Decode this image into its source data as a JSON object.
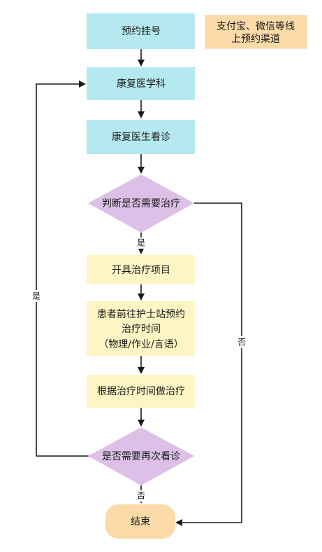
{
  "nodes": {
    "appointment": "预约挂号",
    "channels_line1": "支付宝、微信等线",
    "channels_line2": "上预约渠道",
    "rehab_dept": "康复医学科",
    "rehab_consult": "康复医生看诊",
    "need_treatment": "判断是否需要治疗",
    "prescribe": "开具治疗项目",
    "nurse_line1": "患者前往护士站预约",
    "nurse_line2": "治疗时间",
    "nurse_line3": "（物理/作业/言语）",
    "do_treatment": "根据治疗时间做治疗",
    "need_again": "是否需要再次看诊",
    "end": "结束"
  },
  "edge_labels": {
    "yes_down": "是",
    "yes_loop": "是",
    "no_right": "否",
    "no_down": "否"
  },
  "colors": {
    "cyan_box": "#b4e9ef",
    "orange_note": "#fcdba9",
    "diamond": "#dcc0e8",
    "yellow_box": "#fdf5c4",
    "end_box": "#fcdba9",
    "line": "#1a1a1a"
  }
}
